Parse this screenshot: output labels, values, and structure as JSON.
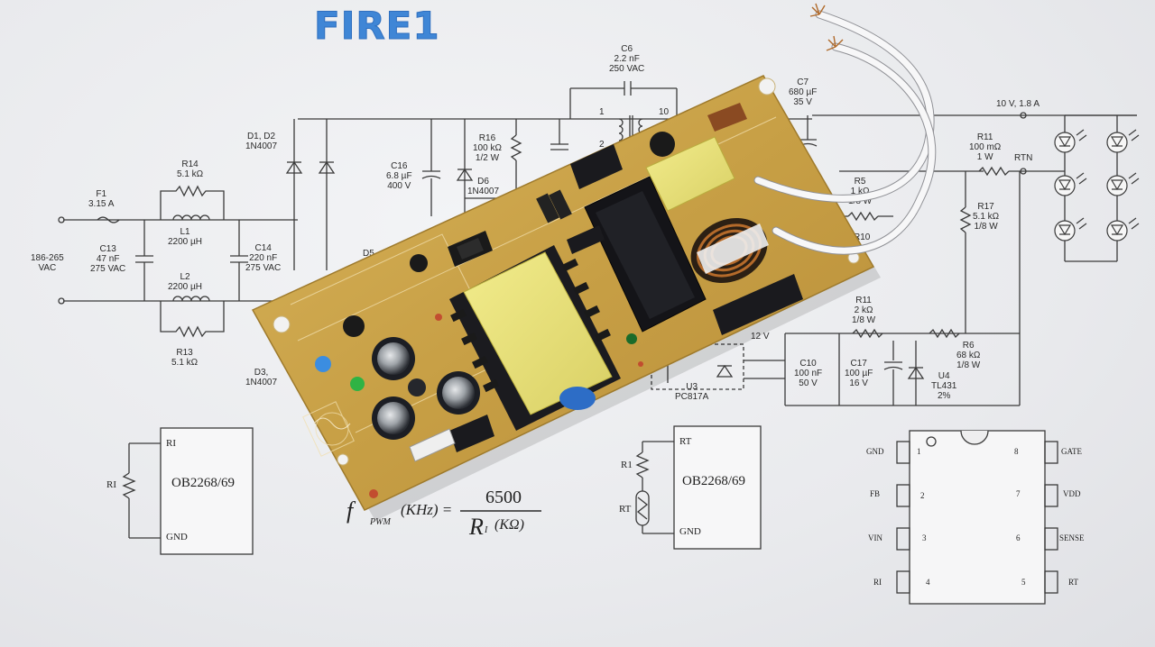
{
  "brand": "FIRE1",
  "schematic": {
    "input_voltage": "186-265\nVAC",
    "fuse": "F1\n3.15 A",
    "c13": "C13\n47 nF\n275 VAC",
    "c14": "C14\n220 nF\n275 VAC",
    "l1": "L1\n2200 µH",
    "l2": "L2\n2200 µH",
    "r14": "R14\n5.1 kΩ",
    "r13": "R13\n5.1 kΩ",
    "d1d2": "D1, D2\n1N4007",
    "d3": "D3,\n1N4007",
    "d5": "D5",
    "c16": "C16\n6.8 µF\n400 V",
    "r16": "R16\n100 kΩ\n1/2 W",
    "d6": "D6\n1N4007",
    "c6": "C6\n2.2 nF\n250 VAC",
    "c7": "C7\n680 µF\n35 V",
    "output_rating": "10 V, 1.8 A",
    "r11_top": "R11\n100 mΩ\n1 W",
    "rtn": "RTN",
    "r5": "R5\n1 kΩ\n1/8 W",
    "r17": "R17\n5.1 kΩ\n1/8 W",
    "r11_mid": "R11\n2 kΩ\n1/8 W",
    "r6": "R6\n68 kΩ\n1/8 W",
    "c10": "C10\n100 nF\n50 V",
    "c17": "C17\n100 µF\n16 V",
    "u4": "U4\nTL431\n2%",
    "u3": "U3\nPC817A",
    "v12": "12 V",
    "tx_pin1": "1",
    "tx_pin2": "2",
    "tx_pin10": "10",
    "r10": "R10"
  },
  "left_ic": {
    "name": "OB2268/69",
    "pin_top": "RI",
    "pin_bottom": "GND",
    "res_label": "RI"
  },
  "mid_ic": {
    "name": "OB2268/69",
    "pin_top": "RT",
    "pin_bottom": "GND",
    "res1_label": "R1",
    "res2_label": "RT"
  },
  "formula": {
    "lhs": "f",
    "sub": "PWM",
    "unit": "(KHz) =",
    "numerator": "6500",
    "denominator": "R",
    "den_sub": "I",
    "den_unit": "(KΩ)"
  },
  "pinout": {
    "left_pins": [
      {
        "name": "GND",
        "num": "1"
      },
      {
        "name": "FB",
        "num": "2"
      },
      {
        "name": "VIN",
        "num": "3"
      },
      {
        "name": "RI",
        "num": "4"
      }
    ],
    "right_pins": [
      {
        "name": "GATE",
        "num": "8"
      },
      {
        "name": "VDD",
        "num": "7"
      },
      {
        "name": "SENSE",
        "num": "6"
      },
      {
        "name": "RT",
        "num": "5"
      }
    ]
  },
  "colors": {
    "brand": "#3f86d6",
    "pcb": "#c9a24a",
    "transformer_tape": "#e8e07a",
    "wire": "#f4f4f4"
  }
}
